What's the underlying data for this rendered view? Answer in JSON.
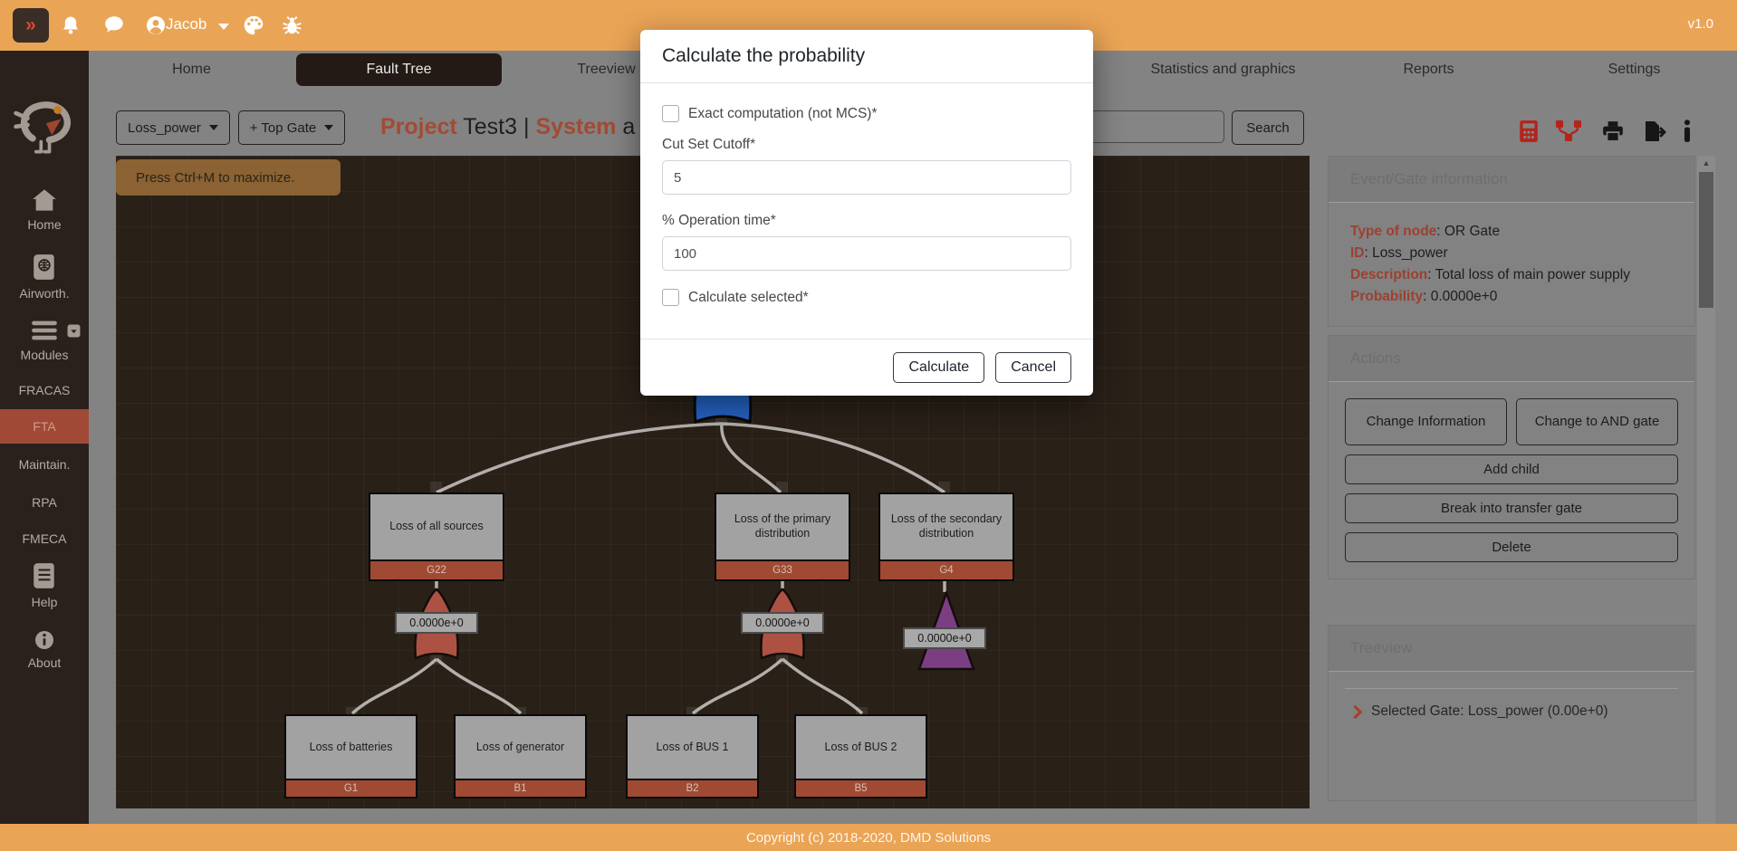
{
  "app": {
    "version": "v1.0",
    "user": "Jacob",
    "copyright": "Copyright (c) 2018-2020, DMD Solutions",
    "collapse_glyph": "»"
  },
  "colors": {
    "accent_orange": "#eaa456",
    "brand_red": "#a04936",
    "canvas_bg": "#292018",
    "gate_red": "#ad5243",
    "gate_purple": "#7c3e83",
    "selected_gate_blue": "#2563c4"
  },
  "topbar": {
    "icons": [
      "bell-icon",
      "chat-icon",
      "user-icon",
      "palette-icon",
      "bug-icon"
    ]
  },
  "sidebar": {
    "items": [
      {
        "label": "Home",
        "icon": "home-icon"
      },
      {
        "label": "Airworth.",
        "icon": "book-globe-icon"
      },
      {
        "label": "Modules",
        "icon": "menu-icon"
      },
      {
        "label": "FRACAS"
      },
      {
        "label": "FTA",
        "active": true
      },
      {
        "label": "Maintain."
      },
      {
        "label": "RPA"
      },
      {
        "label": "FMECA"
      },
      {
        "label": "Help",
        "icon": "book-icon"
      },
      {
        "label": "About",
        "icon": "info-circle-icon"
      }
    ]
  },
  "tabs": {
    "active": "Fault Tree",
    "items": [
      "Home",
      "Fault Tree",
      "Treeview",
      "",
      "",
      "Statistics and graphics",
      "Reports",
      "Settings"
    ]
  },
  "toolbar": {
    "node_dropdown": "Loss_power",
    "top_gate_dropdown": "+ Top Gate",
    "title": {
      "project_label": "Project",
      "project_name": "Test3",
      "separator": "|",
      "system_label": "System",
      "system_rest": "a"
    },
    "search_value": "",
    "search_button": "Search",
    "icons": [
      "calculator-icon",
      "connections-icon",
      "print-icon",
      "export-icon",
      "info-icon"
    ]
  },
  "canvas": {
    "maximize_hint": "Press Ctrl+M to maximize.",
    "nodes": [
      {
        "id": "G22",
        "label": "Loss of all sources",
        "gate": "or",
        "prob": "0.0000e+0"
      },
      {
        "id": "G33",
        "label": "Loss of the primary distribution",
        "gate": "or",
        "prob": "0.0000e+0"
      },
      {
        "id": "G4",
        "label": "Loss of the secondary distribution",
        "gate": "transfer",
        "prob": "0.0000e+0"
      },
      {
        "id": "G1",
        "label": "Loss of batteries"
      },
      {
        "id": "B1",
        "label": "Loss of generator"
      },
      {
        "id": "B2",
        "label": "Loss of BUS 1"
      },
      {
        "id": "B5",
        "label": "Loss of BUS 2"
      }
    ]
  },
  "modal": {
    "title": "Calculate the probability",
    "exact_label": "Exact computation (not MCS)*",
    "cutoff_label": "Cut Set Cutoff*",
    "cutoff_value": "5",
    "optime_label": "% Operation time*",
    "optime_value": "100",
    "selected_label": "Calculate selected*",
    "calculate_button": "Calculate",
    "cancel_button": "Cancel"
  },
  "panel": {
    "info": {
      "header": "Event/Gate information",
      "rows": [
        {
          "label": "Type of node",
          "value": ": OR Gate"
        },
        {
          "label": "ID",
          "value": ": Loss_power"
        },
        {
          "label": "Description",
          "value": ": Total loss of main power supply"
        },
        {
          "label": "Probability",
          "value": ": 0.0000e+0"
        }
      ]
    },
    "actions": {
      "header": "Actions",
      "buttons": [
        "Change Information",
        "Change to AND gate",
        "Add child",
        "Break into transfer gate",
        "Delete"
      ]
    },
    "treeview": {
      "header": "Treeview",
      "selected": "Selected Gate: Loss_power (0.00e+0)"
    }
  }
}
